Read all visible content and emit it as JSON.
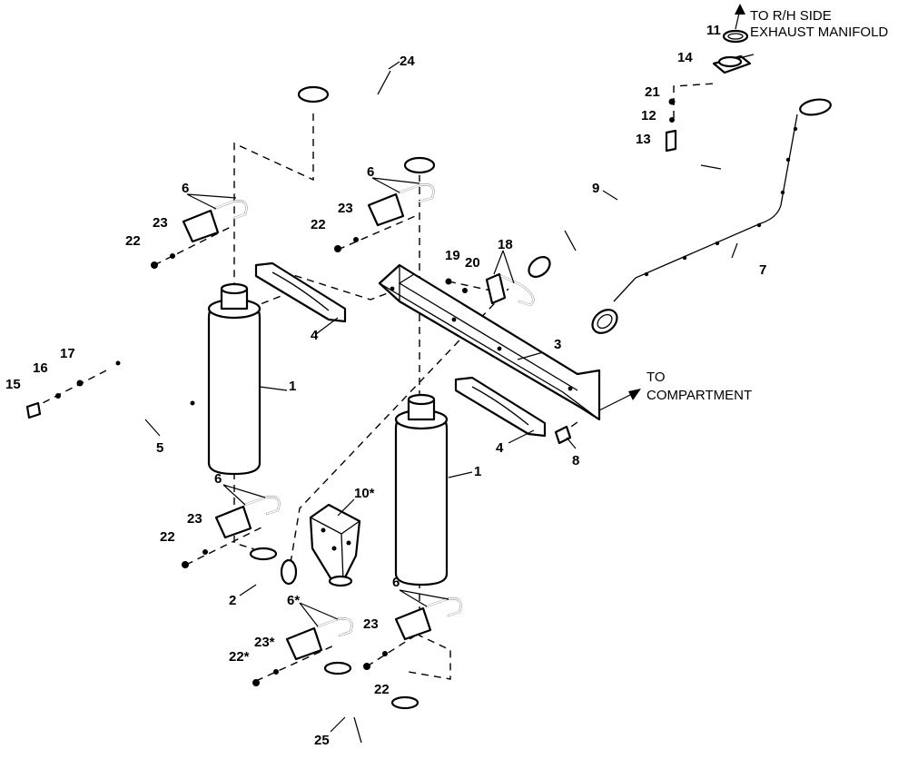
{
  "notes": {
    "manifold_line1": "TO R/H SIDE",
    "manifold_line2": "EXHAUST MANIFOLD",
    "compartment_line1": "TO",
    "compartment_line2": "COMPARTMENT"
  },
  "callouts": {
    "c1a": "1",
    "c1b": "1",
    "c2": "2",
    "c3": "3",
    "c4a": "4",
    "c4b": "4",
    "c5": "5",
    "c6a": "6",
    "c6b": "6",
    "c6c": "6",
    "c6d": "6",
    "c6star": "6*",
    "c7": "7",
    "c8": "8",
    "c9": "9",
    "c10star": "10*",
    "c11": "11",
    "c12": "12",
    "c13": "13",
    "c14": "14",
    "c15": "15",
    "c16": "16",
    "c17": "17",
    "c18": "18",
    "c19": "19",
    "c20": "20",
    "c21": "21",
    "c22a": "22",
    "c22b": "22",
    "c22c": "22",
    "c22d": "22",
    "c22star": "22*",
    "c23a": "23",
    "c23b": "23",
    "c23c": "23",
    "c23d": "23",
    "c23star": "23*",
    "c24": "24",
    "c25": "25"
  }
}
